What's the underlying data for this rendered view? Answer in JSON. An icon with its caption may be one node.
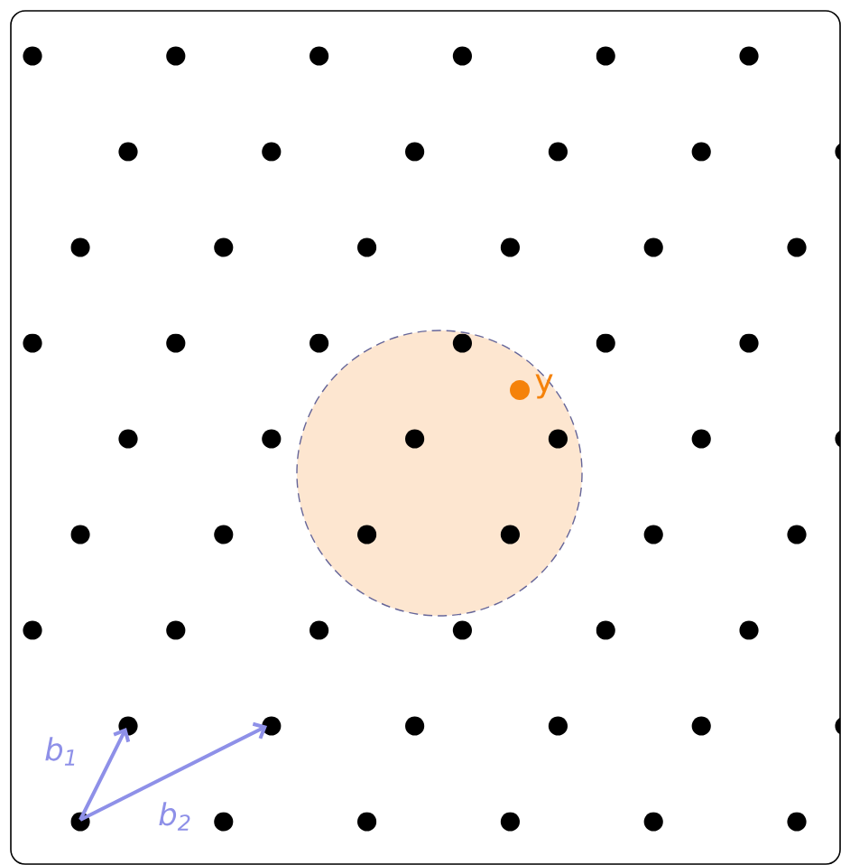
{
  "diagram": {
    "labels": [
      "b$_{1}$",
      "b$_{2}$",
      "y"
    ]
  }
}
